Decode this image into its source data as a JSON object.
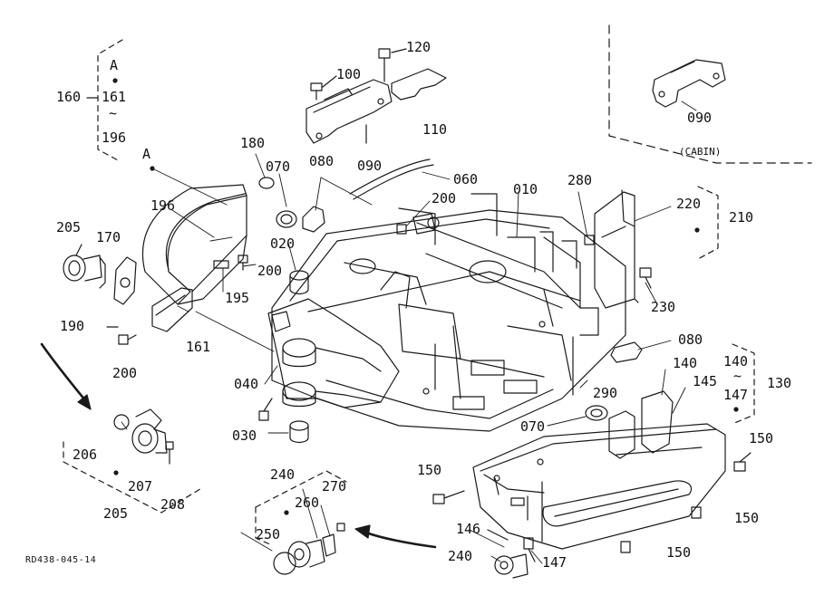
{
  "stroke_color": "#1a1a1a",
  "parts": [
    {
      "id": "p-A",
      "text": "A"
    },
    {
      "id": "p-161a",
      "text": "161"
    },
    {
      "id": "p-tilde1",
      "text": "~"
    },
    {
      "id": "p-196a",
      "text": "196"
    },
    {
      "id": "p-160",
      "text": "160"
    },
    {
      "id": "p-A2",
      "text": "A"
    },
    {
      "id": "p-100",
      "text": "100"
    },
    {
      "id": "p-120",
      "text": "120"
    },
    {
      "id": "p-110",
      "text": "110"
    },
    {
      "id": "p-090a",
      "text": "090"
    },
    {
      "id": "p-180",
      "text": "180"
    },
    {
      "id": "p-070a",
      "text": "070"
    },
    {
      "id": "p-080a",
      "text": "080"
    },
    {
      "id": "p-060",
      "text": "060"
    },
    {
      "id": "p-090b",
      "text": "090"
    },
    {
      "id": "p-cabin",
      "text": "(CABIN)"
    },
    {
      "id": "p-196b",
      "text": "196"
    },
    {
      "id": "p-205a",
      "text": "205"
    },
    {
      "id": "p-170",
      "text": "170"
    },
    {
      "id": "p-200a",
      "text": "200"
    },
    {
      "id": "p-020",
      "text": "020"
    },
    {
      "id": "p-010",
      "text": "010"
    },
    {
      "id": "p-280",
      "text": "280"
    },
    {
      "id": "p-220",
      "text": "220"
    },
    {
      "id": "p-210",
      "text": "210"
    },
    {
      "id": "p-200b",
      "text": "200"
    },
    {
      "id": "p-195",
      "text": "195"
    },
    {
      "id": "p-230",
      "text": "230"
    },
    {
      "id": "p-190",
      "text": "190"
    },
    {
      "id": "p-161b",
      "text": "161"
    },
    {
      "id": "p-200c",
      "text": "200"
    },
    {
      "id": "p-080b",
      "text": "080"
    },
    {
      "id": "p-140a",
      "text": "140"
    },
    {
      "id": "p-140b",
      "text": "140"
    },
    {
      "id": "p-tilde2",
      "text": "~"
    },
    {
      "id": "p-147a",
      "text": "147"
    },
    {
      "id": "p-145",
      "text": "145"
    },
    {
      "id": "p-130",
      "text": "130"
    },
    {
      "id": "p-040",
      "text": "040"
    },
    {
      "id": "p-290",
      "text": "290"
    },
    {
      "id": "p-030",
      "text": "030"
    },
    {
      "id": "p-070b",
      "text": "070"
    },
    {
      "id": "p-150a",
      "text": "150"
    },
    {
      "id": "p-206",
      "text": "206"
    },
    {
      "id": "p-207",
      "text": "207"
    },
    {
      "id": "p-208",
      "text": "208"
    },
    {
      "id": "p-205b",
      "text": "205"
    },
    {
      "id": "p-150b",
      "text": "150"
    },
    {
      "id": "p-240a",
      "text": "240"
    },
    {
      "id": "p-270",
      "text": "270"
    },
    {
      "id": "p-260",
      "text": "260"
    },
    {
      "id": "p-250",
      "text": "250"
    },
    {
      "id": "p-146",
      "text": "146"
    },
    {
      "id": "p-240b",
      "text": "240"
    },
    {
      "id": "p-147b",
      "text": "147"
    },
    {
      "id": "p-150c",
      "text": "150"
    },
    {
      "id": "p-150d",
      "text": "150"
    },
    {
      "id": "p-code",
      "text": "RD438-045-14"
    }
  ]
}
